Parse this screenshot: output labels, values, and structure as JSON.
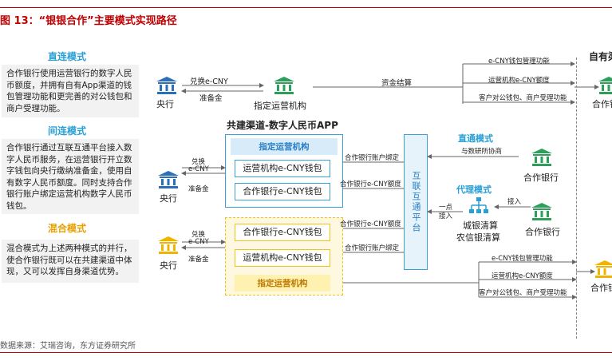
{
  "header": {
    "title": "图 13：“银银合作”主要模式实现路径"
  },
  "footer": {
    "source": "数据来源：艾瑞咨询，东方证券研究所"
  },
  "left_panel": {
    "direct": {
      "heading": "直连模式",
      "text": "合作银行使用运营银行的数字人民币额度，并拥有自有App渠道的钱包管理功能和更完善的对公钱包和商户受理功能。"
    },
    "indirect": {
      "heading": "间连模式",
      "text": "合作银行通过互联互通平台接入数字人民币服务，在运营银行开立数字钱包向央行缴纳准备金，使用自有数字人民币额度。同时支持合作银行账户绑定运营机构数字人民币钱包。"
    },
    "hybrid": {
      "heading": "混合模式",
      "text": "混合模式为上述两种模式的并行，使合作银行既可以在共建渠道中体现，又可以发挥自身渠道优势。"
    }
  },
  "top_row": {
    "central_bank": "央行",
    "operator": "指定运营机构",
    "exchange_label": "兑换e-CNY",
    "reserve_label": "准备金",
    "settlement_label": "资金结算",
    "own_label": "自有渠",
    "partner_bank": "合作银",
    "right_items": [
      "e-CNY钱包管理功能",
      "运营机构e-CNY额度",
      "客户对公钱包、商户受理功能"
    ]
  },
  "shared_channel": {
    "title": "共建渠道-数字人民币APP",
    "blue_head": "指定运营机构",
    "blue_boxes": [
      "运营机构e-CNY钱包",
      "合作银行e-CNY钱包"
    ],
    "yellow_boxes": [
      "合作银行e-CNY钱包",
      "运营机构e-CNY钱包"
    ],
    "yellow_head": "指定运营机构"
  },
  "middle_left": {
    "central_bank_1": "央行",
    "exchange_1": "兑换",
    "exchange_1b": "e-CNY",
    "reserve_1": "准备金",
    "central_bank_2": "央行",
    "exchange_2": "兑换",
    "exchange_2b": "e-CNY",
    "reserve_2": "准备金"
  },
  "platform": {
    "label": "互联互通平台"
  },
  "arrows_to_platform": [
    "合作银行账户绑定",
    "合作银行e-CNY额度",
    "合作银行e-CNY额度",
    "合作银行账户绑定"
  ],
  "right_modes": {
    "direct_title": "直通模式",
    "direct_sub": "与数研所协商",
    "partner_bank_1": "合作银行",
    "proxy_title": "代理模式",
    "connect_label": "接入",
    "one_point": "一点",
    "one_point_b": "接入",
    "city_clearing": "城银清算",
    "rural_clearing": "农信银清算",
    "partner_bank_2": "合作银行"
  },
  "bottom_right": {
    "items": [
      "e-CNY钱包管理功能",
      "运营机构e-CNY额度",
      "客户对公钱包、商户受理功能"
    ],
    "partner_bank": "合作银"
  },
  "colors": {
    "accent_red": "#c00000",
    "blue": "#2a9fd6",
    "orange": "#e8a000",
    "gold_icon": "#f0b400",
    "green_icon": "#2e9e5b",
    "navy_icon": "#2a6fb8"
  }
}
